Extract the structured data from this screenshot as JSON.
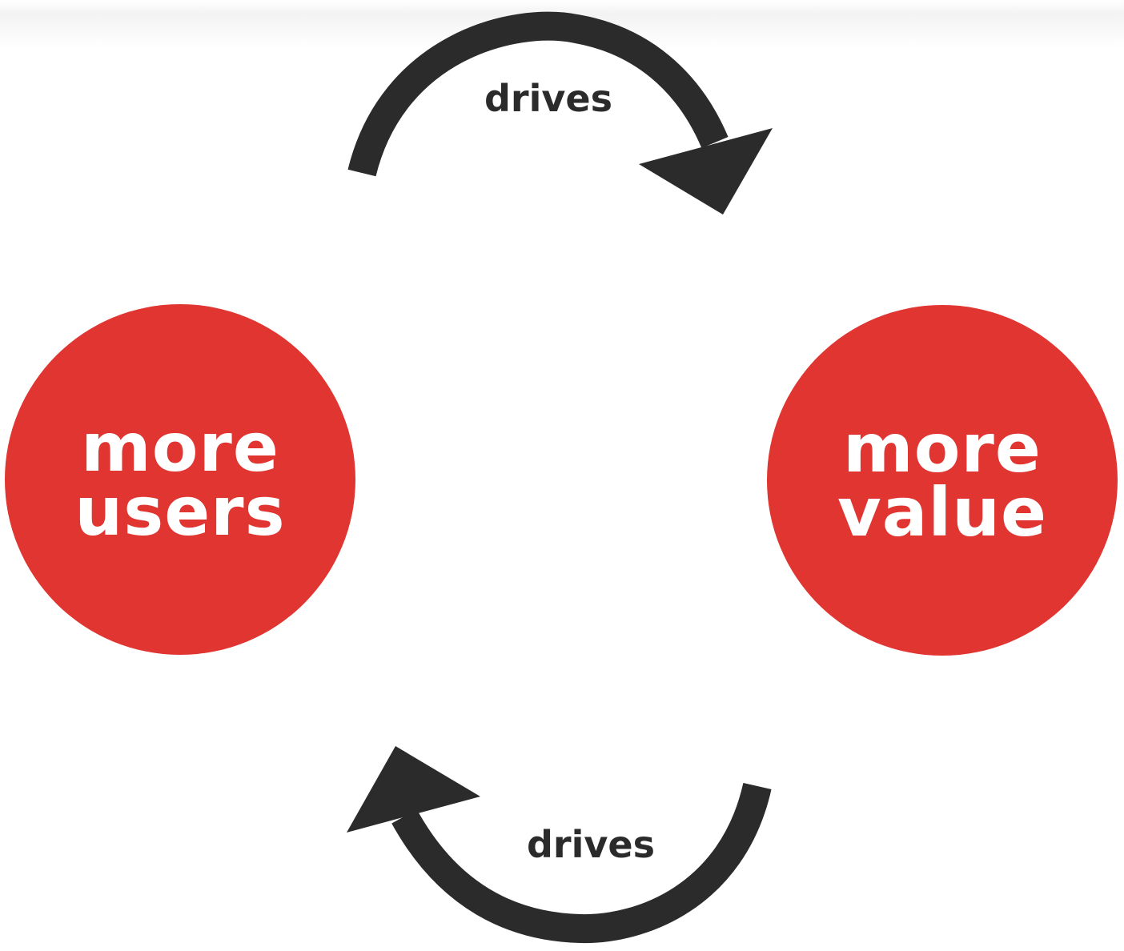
{
  "nodes": [
    {
      "id": "users",
      "line1": "more",
      "line2": "users",
      "color": "#e03530"
    },
    {
      "id": "value",
      "line1": "more",
      "line2": "value",
      "color": "#e03530"
    }
  ],
  "edges": [
    {
      "from": "users",
      "to": "value",
      "label": "drives"
    },
    {
      "from": "value",
      "to": "users",
      "label": "drives"
    }
  ],
  "colors": {
    "arrow": "#2b2b2b",
    "label_text": "#2b2b2b",
    "node_text": "#ffffff",
    "background": "#ffffff"
  }
}
